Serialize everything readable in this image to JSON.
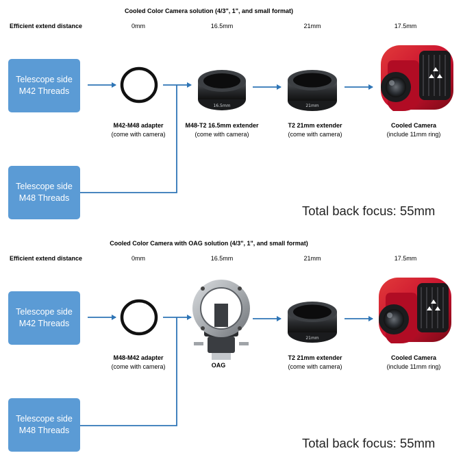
{
  "sections": [
    {
      "title": "Cooled Color Camera solution (4/3\", 1\", and small format)",
      "row_label": "Efficient extend distance",
      "distances": [
        "0mm",
        "16.5mm",
        "21mm",
        "17.5mm"
      ],
      "inputs": [
        {
          "line1": "Telescope side",
          "line2": "M42 Threads"
        },
        {
          "line1": "Telescope side",
          "line2": "M48 Threads"
        }
      ],
      "components": [
        {
          "title": "M42-M48 adapter",
          "sub": "(come with camera)"
        },
        {
          "title": "M48-T2 16.5mm extender",
          "sub": "(come with camera)",
          "engraving": "16.5mm"
        },
        {
          "title": "T2 21mm extender",
          "sub": "(come with camera)",
          "engraving": "21mm"
        },
        {
          "title": "Cooled Camera",
          "sub": "(include 11mm ring)"
        }
      ],
      "total": "Total back focus: 55mm"
    },
    {
      "title": "Cooled Color Camera with OAG solution (4/3\", 1\", and small format)",
      "row_label": "Efficient extend distance",
      "distances": [
        "0mm",
        "16.5mm",
        "21mm",
        "17.5mm"
      ],
      "inputs": [
        {
          "line1": "Telescope side",
          "line2": "M42 Threads"
        },
        {
          "line1": "Telescope side",
          "line2": "M48 Threads"
        }
      ],
      "components": [
        {
          "title": "M48-M42 adapter",
          "sub": "(come with camera)"
        },
        {
          "title": "OAG",
          "sub": ""
        },
        {
          "title": "T2 21mm extender",
          "sub": "(come with camera)",
          "engraving": "21mm"
        },
        {
          "title": "Cooled Camera",
          "sub": "(include 11mm ring)"
        }
      ],
      "total": "Total back focus: 55mm"
    }
  ],
  "colors": {
    "box": "#5b9bd5",
    "arrow": "#2e75b6",
    "camera_red": "#c8102e",
    "ring_black": "#111111"
  }
}
